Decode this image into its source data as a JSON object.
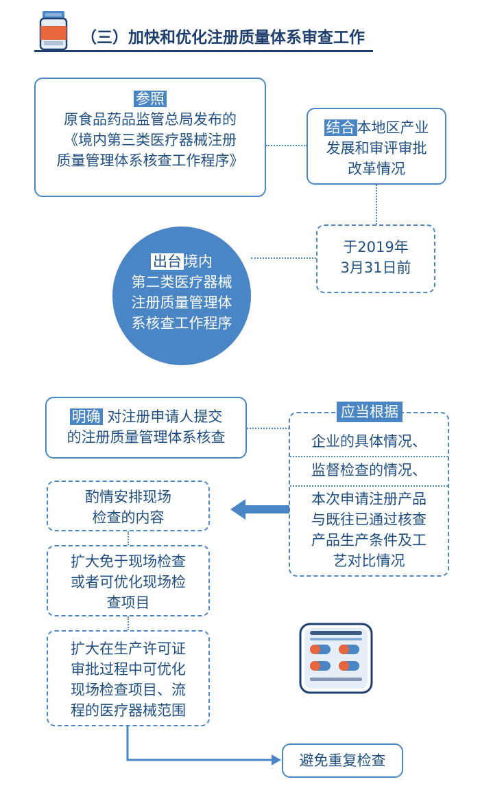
{
  "header": {
    "title": "（三）加快和优化注册质量体系审查工作"
  },
  "box_reference": {
    "tag": "参照",
    "line1": "原食品药品监管总局发布的",
    "line2": "《境内第三类医疗器械注册",
    "line3": "质量管理体系核查工作程序》"
  },
  "box_combine": {
    "tag": "结合",
    "line1_rest": "本地区产业",
    "line2": "发展和审评审批",
    "line3": "改革情况"
  },
  "box_deadline": {
    "line1": "于2019年",
    "line2": "3月31日前"
  },
  "circle_issue": {
    "tag": "出台",
    "line1_rest": "境内",
    "line2": "第二类医疗器械",
    "line3": "注册质量管理体",
    "line4": "系核查工作程序"
  },
  "box_clarify": {
    "tag": "明确",
    "line1_rest": " 对注册申请人提交",
    "line2": "的注册质量管理体系核查"
  },
  "box_basis": {
    "tag": "应当根据",
    "row1": "企业的具体情况、",
    "row2": "监督检查的情况、",
    "row3_l1": "本次申请注册产品",
    "row3_l2": "与既往已通过核查",
    "row3_l3": "产品生产条件及工",
    "row3_l4": "艺对比情况"
  },
  "left_boxes": [
    {
      "l1": "酌情安排现场",
      "l2": "检查的内容"
    },
    {
      "l1": "扩大免于现场检查",
      "l2": "或者可优化现场检",
      "l3": "查项目"
    },
    {
      "l1": "扩大在生产许可证",
      "l2": "审批过程中可优化",
      "l3": "现场检查项目、流",
      "l4": "程的医疗器械范围"
    }
  ],
  "box_avoid": {
    "label": "避免重复检查"
  },
  "colors": {
    "primary": "#4a86c5",
    "title": "#1e3f6e",
    "text": "#1f4f82",
    "pill_orange": "#e8663d"
  },
  "icons": {
    "header_icon": "medicine-bottle-icon",
    "pill_icon": "pill-blister-pack-icon",
    "arrow": "left-arrow-icon"
  }
}
